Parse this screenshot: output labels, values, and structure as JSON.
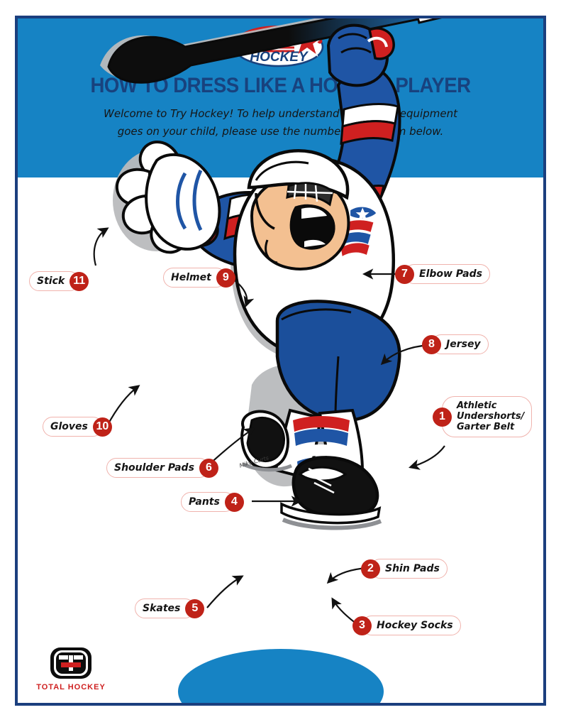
{
  "poster": {
    "header_bg": "#1683c4",
    "frame_color": "#1b3f7e",
    "accent_red": "#bf2218",
    "navy": "#18427e",
    "title": "HOW TO DRESS LIKE A HOCKEY PLAYER",
    "subtitle_line1": "Welcome to Try Hockey! To help understand where the equipment",
    "subtitle_line2": "goes on your child, please use the numbered diagram below."
  },
  "logo": {
    "name": "usa-hockey-logo",
    "line1": "USA",
    "line2": "HOCKEY"
  },
  "callouts": [
    {
      "number": "1",
      "label": "Athletic Undershorts/ Garter Belt",
      "lines": [
        "Athletic",
        "Undershorts/",
        "Garter Belt"
      ],
      "num_side": "left"
    },
    {
      "number": "2",
      "label": "Shin Pads",
      "num_side": "left"
    },
    {
      "number": "3",
      "label": "Hockey Socks",
      "num_side": "left"
    },
    {
      "number": "4",
      "label": "Pants",
      "num_side": "right"
    },
    {
      "number": "5",
      "label": "Skates",
      "num_side": "right"
    },
    {
      "number": "6",
      "label": "Shoulder Pads",
      "num_side": "right"
    },
    {
      "number": "7",
      "label": "Elbow Pads",
      "num_side": "left"
    },
    {
      "number": "8",
      "label": "Jersey",
      "num_side": "left"
    },
    {
      "number": "9",
      "label": "Helmet",
      "num_side": "right"
    },
    {
      "number": "10",
      "label": "Gloves",
      "num_side": "right"
    },
    {
      "number": "11",
      "label": "Stick",
      "num_side": "right"
    }
  ],
  "artist_signature": "Mike Curts",
  "sponsor": {
    "name": "total-hockey-logo",
    "wordmark": "TOTAL HOCKEY"
  }
}
